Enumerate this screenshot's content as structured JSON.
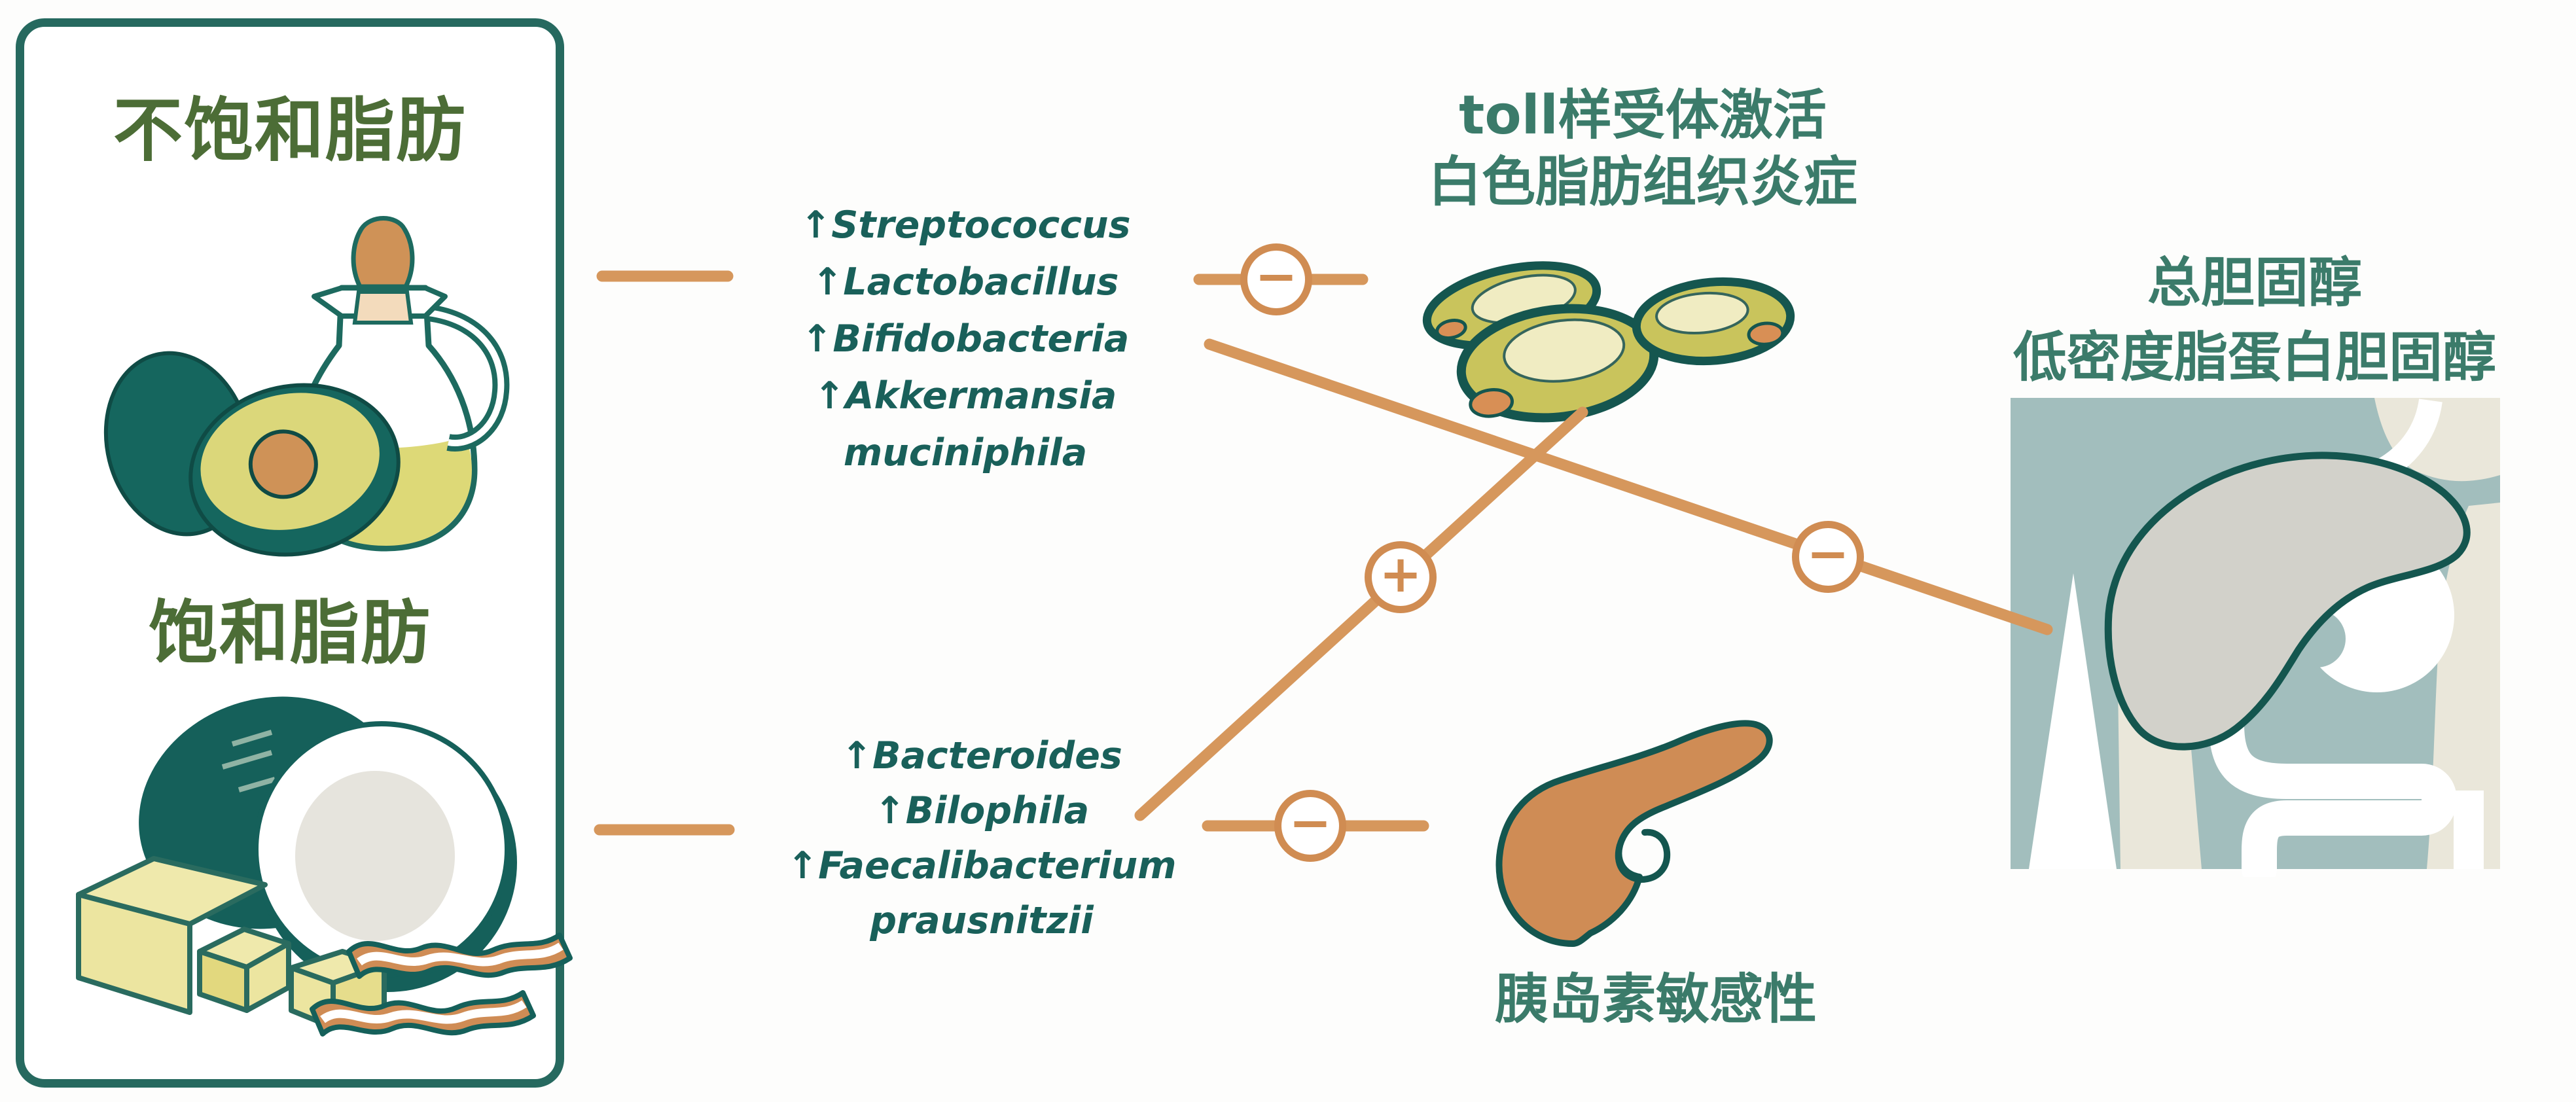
{
  "left_panel": {
    "unsaturated_title": "不饱和脂肪",
    "saturated_title": "饱和脂肪"
  },
  "unsaturated_bacteria": [
    "↑Streptococcus",
    "↑Lactobacillus",
    "↑Bifidobacteria",
    "↑Akkermansia muciniphila"
  ],
  "saturated_bacteria": [
    "↑Bacteroides",
    "↑Bilophila",
    "↑Faecalibacterium",
    "prausnitzii"
  ],
  "labels": {
    "tlr_line1": "toll样受体激活",
    "tlr_line2": "白色脂肪组织炎症",
    "cholesterol_line1": "总胆固醇",
    "cholesterol_line2": "低密度脂蛋白胆固醇",
    "insulin": "胰岛素敏感性"
  },
  "signs": {
    "minus": "−",
    "plus": "+"
  },
  "colors": {
    "panel_border_teal": "#26695f",
    "olive_title_green": "#4c6d36",
    "bacteria_teal": "#19605a",
    "outcome_green": "#3b7b6a",
    "connector_orange": "#d6975c",
    "badge_orange": "#d08c52",
    "illustration_outline_teal": "#15564f",
    "adipocyte_yellow": "#c9c45c",
    "organ_orange": "#cf8c55",
    "body_background_blue": "#a2bebd"
  }
}
